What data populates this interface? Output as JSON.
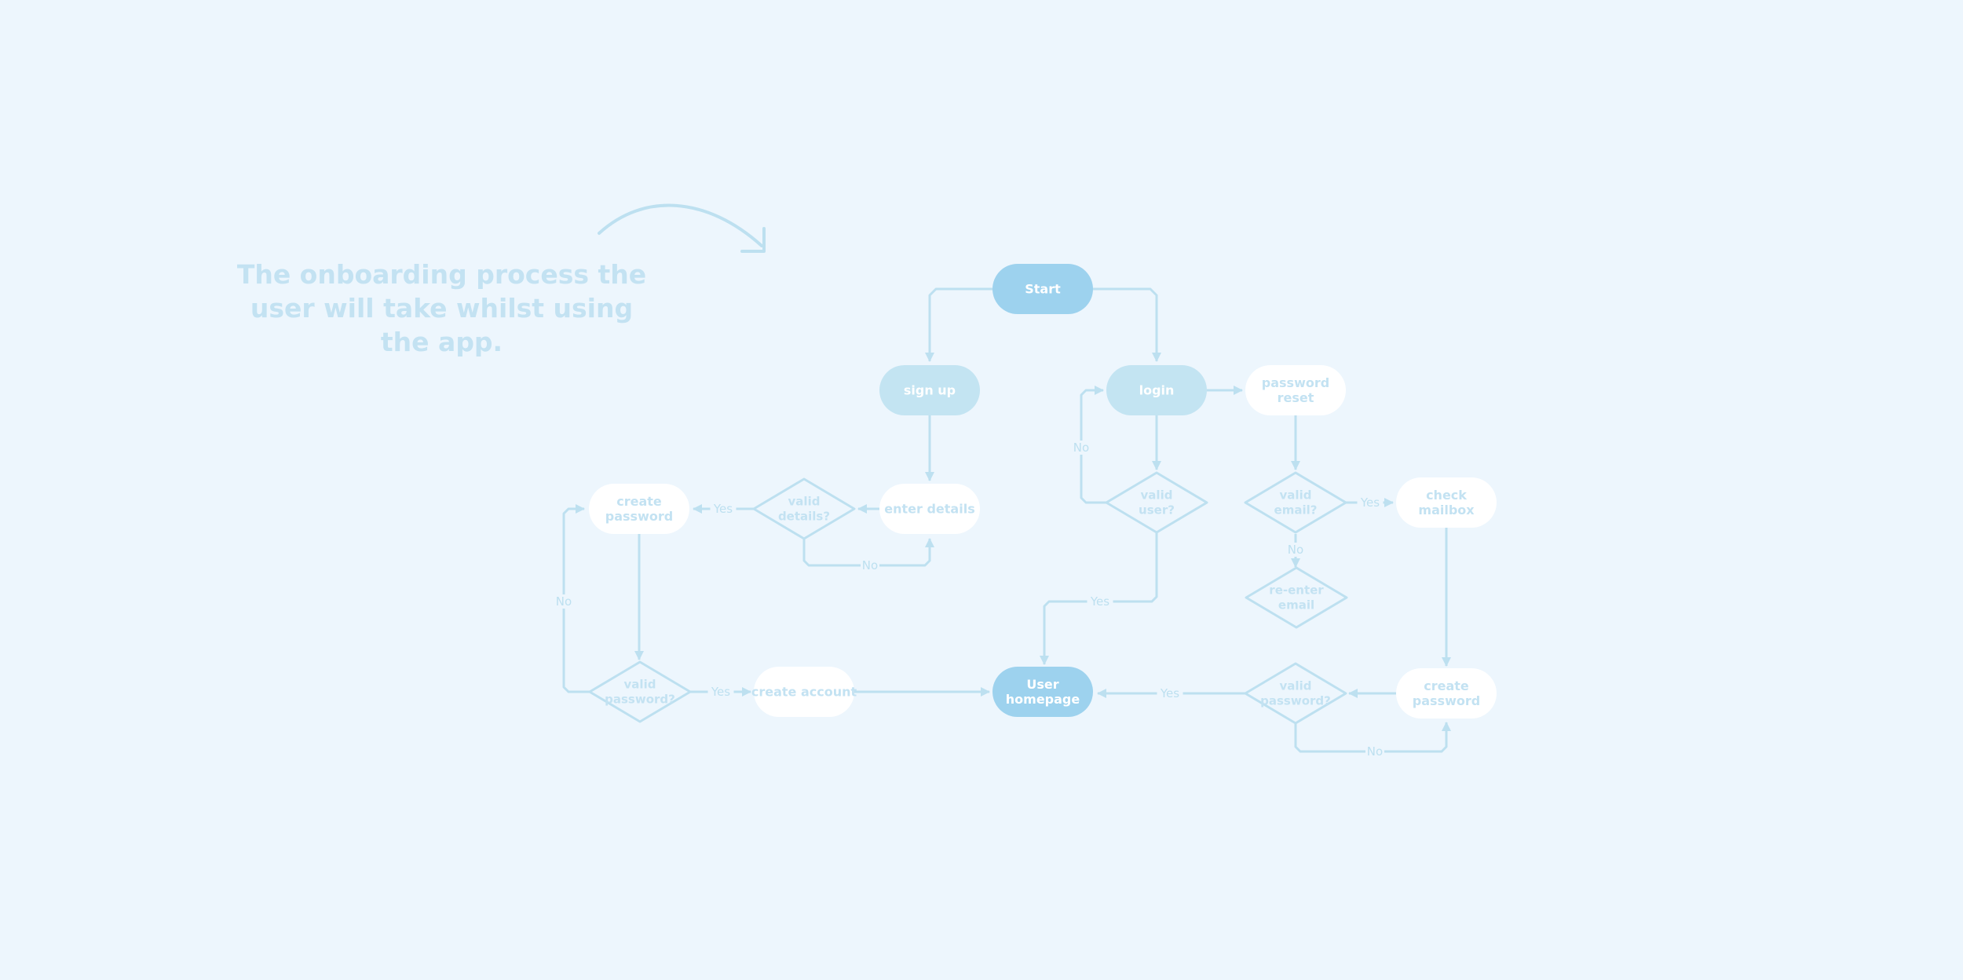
{
  "caption": {
    "line1": "The onboarding process the",
    "line2": "user will take whilst using",
    "line3": "the app."
  },
  "colors": {
    "background": "#edf6fd",
    "primary": "#9dd2ee",
    "secondary": "#c3e4f2",
    "connector": "#bde0f0",
    "node_text_light": "#ffffff",
    "node_text_muted": "#c3e2f2"
  },
  "nodes": {
    "start": {
      "shape": "terminal",
      "style": "primary",
      "lines": [
        "Start"
      ]
    },
    "sign_up": {
      "shape": "terminal",
      "style": "secondary",
      "lines": [
        "sign up"
      ]
    },
    "login": {
      "shape": "terminal",
      "style": "secondary",
      "lines": [
        "login"
      ]
    },
    "password_reset": {
      "shape": "process",
      "style": "white",
      "lines": [
        "password",
        "reset"
      ]
    },
    "enter_details": {
      "shape": "process",
      "style": "white",
      "lines": [
        "enter details"
      ]
    },
    "valid_details": {
      "shape": "decision",
      "lines": [
        "valid",
        "details?"
      ]
    },
    "create_password_left": {
      "shape": "process",
      "style": "white",
      "lines": [
        "create",
        "password"
      ]
    },
    "valid_user": {
      "shape": "decision",
      "lines": [
        "valid",
        "user?"
      ]
    },
    "valid_email": {
      "shape": "decision",
      "lines": [
        "valid",
        "email?"
      ]
    },
    "check_mailbox": {
      "shape": "process",
      "style": "white",
      "lines": [
        "check",
        "mailbox"
      ]
    },
    "re_enter_email": {
      "shape": "decision",
      "lines": [
        "re-enter",
        "email"
      ]
    },
    "valid_password_left": {
      "shape": "decision",
      "lines": [
        "valid",
        "password?"
      ]
    },
    "create_account": {
      "shape": "process",
      "style": "white",
      "lines": [
        "create account"
      ]
    },
    "user_homepage": {
      "shape": "terminal",
      "style": "primary",
      "lines": [
        "User",
        "homepage"
      ]
    },
    "valid_password_right": {
      "shape": "decision",
      "lines": [
        "valid",
        "password?"
      ]
    },
    "create_password_right": {
      "shape": "process",
      "style": "white",
      "lines": [
        "create",
        "password"
      ]
    }
  },
  "edges": [
    {
      "from": "start",
      "to": "sign_up",
      "label": ""
    },
    {
      "from": "start",
      "to": "login",
      "label": ""
    },
    {
      "from": "sign_up",
      "to": "enter_details",
      "label": ""
    },
    {
      "from": "enter_details",
      "to": "valid_details",
      "label": ""
    },
    {
      "from": "valid_details",
      "to": "create_password_left",
      "label": "Yes"
    },
    {
      "from": "valid_details",
      "to": "enter_details",
      "label": "No"
    },
    {
      "from": "create_password_left",
      "to": "valid_password_left",
      "label": ""
    },
    {
      "from": "valid_password_left",
      "to": "create_password_left",
      "label": "No"
    },
    {
      "from": "valid_password_left",
      "to": "create_account",
      "label": "Yes"
    },
    {
      "from": "create_account",
      "to": "user_homepage",
      "label": ""
    },
    {
      "from": "login",
      "to": "valid_user",
      "label": ""
    },
    {
      "from": "valid_user",
      "to": "login",
      "label": "No"
    },
    {
      "from": "valid_user",
      "to": "user_homepage",
      "label": "Yes"
    },
    {
      "from": "login",
      "to": "password_reset",
      "label": ""
    },
    {
      "from": "password_reset",
      "to": "valid_email",
      "label": ""
    },
    {
      "from": "valid_email",
      "to": "check_mailbox",
      "label": "Yes"
    },
    {
      "from": "valid_email",
      "to": "re_enter_email",
      "label": "No"
    },
    {
      "from": "check_mailbox",
      "to": "create_password_right",
      "label": ""
    },
    {
      "from": "create_password_right",
      "to": "valid_password_right",
      "label": ""
    },
    {
      "from": "valid_password_right",
      "to": "user_homepage",
      "label": "Yes"
    },
    {
      "from": "valid_password_right",
      "to": "create_password_right",
      "label": "No"
    }
  ]
}
